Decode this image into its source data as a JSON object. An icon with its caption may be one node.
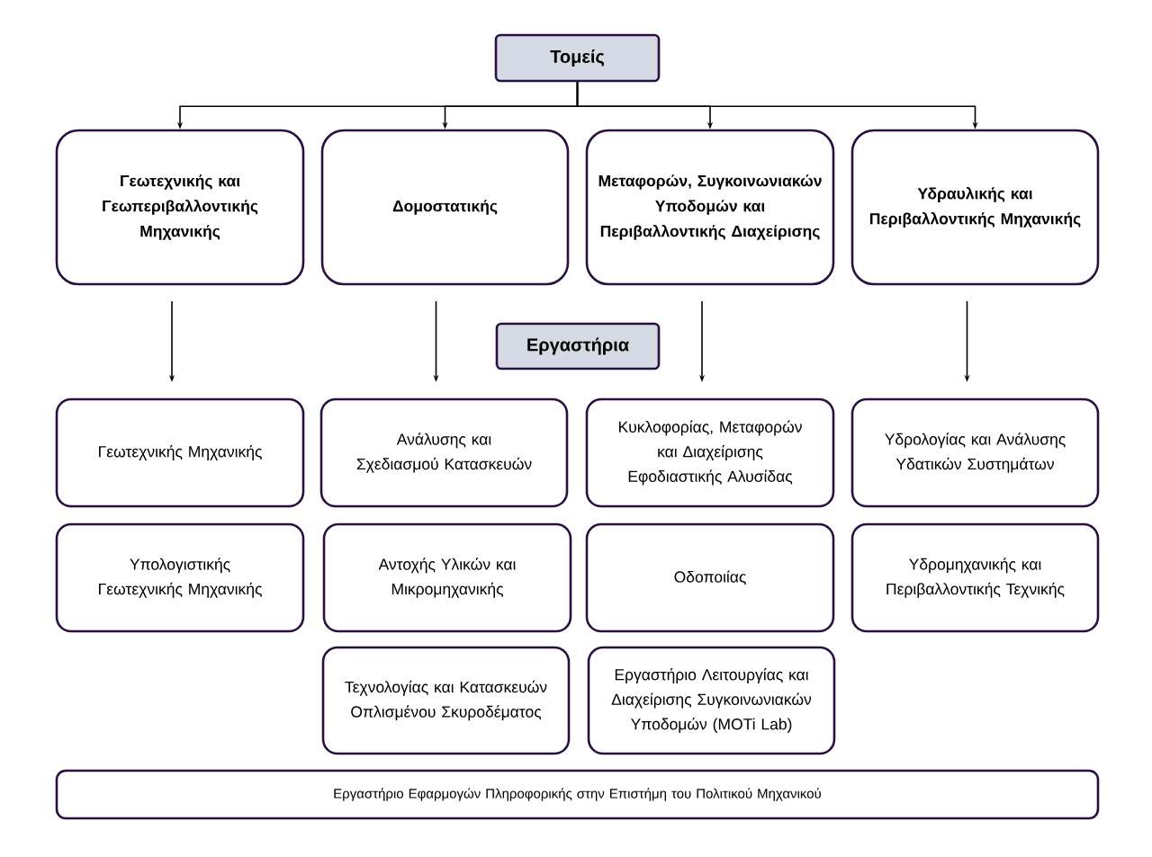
{
  "diagram": {
    "nodes": [
      {
        "text": [
          "Τομείς"
        ]
      },
      {
        "text": [
          "Γεωτεχνικής και Γεωπεριβαλλοντικής Μηχανικής"
        ]
      },
      {
        "text": [
          "Δομοστατικής"
        ]
      },
      {
        "text": [
          "Μεταφορών, Συγκοινωνιακών Υποδομών και Περιβαλλοντικής Διαχείρισης"
        ]
      },
      {
        "text": [
          "Υδραυλικής και Περιβαλλοντικής Μηχανικής"
        ]
      },
      {
        "text": [
          "Εργαστήρια"
        ]
      },
      {
        "text": [
          "Γεωτεχνικής Μηχανικής"
        ]
      },
      {
        "text": [
          "Ανάλυσης και Σχεδιασμού Κατασκευών"
        ]
      },
      {
        "text": [
          "Κυκλοφορίας, Μεταφορών και Διαχείρισης Εφοδιαστικής Αλυσίδας"
        ]
      },
      {
        "text": [
          "Υδρολογίας και Ανάλυσης Υδατικών Συστημάτων"
        ]
      },
      {
        "text": [
          "Υπολογιστικής Γεωτεχνικής Μηχανικής"
        ]
      },
      {
        "text": [
          "Αντοχής Υλικών και Μικρομηχανικής"
        ]
      },
      {
        "text": [
          "Οδοποιίας"
        ]
      },
      {
        "text": [
          "Υδρομηχανικής και Περιβαλλοντικής Τεχνικής"
        ]
      },
      {
        "text": [
          "Τεχνολογίας και Κατασκευών Οπλισμένου Σκυροδέματος"
        ]
      },
      {
        "text": [
          "Εργαστήριο Λειτουργίας και Διαχείρισης Συγκοινωνιακών Υποδομών (MOTi Lab)"
        ]
      },
      {
        "text": [
          "Εργαστήριο Εφαρμογών Πληροφορικής στην Επιστήμη του Πολιτικού Μηχανικού"
        ]
      }
    ],
    "edges": [
      {
        "from": 0,
        "to": 1,
        "arrow": "to"
      },
      {
        "from": 0,
        "to": 2,
        "arrow": "to"
      },
      {
        "from": 0,
        "to": 3,
        "arrow": "to"
      },
      {
        "from": 0,
        "to": 4,
        "arrow": "to"
      },
      {
        "from": 1,
        "to": 6,
        "arrow": "to"
      },
      {
        "from": 2,
        "to": 7,
        "arrow": "to"
      },
      {
        "from": 3,
        "to": 8,
        "arrow": "to"
      },
      {
        "from": 4,
        "to": 9,
        "arrow": "to"
      }
    ]
  }
}
